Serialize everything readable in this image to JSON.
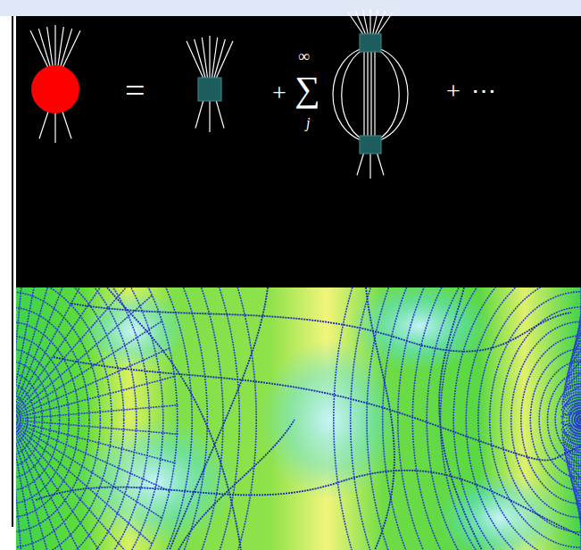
{
  "diagram": {
    "labels": [
      "=",
      "+",
      "∑",
      "∞",
      "j",
      "+",
      "⋯"
    ]
  }
}
